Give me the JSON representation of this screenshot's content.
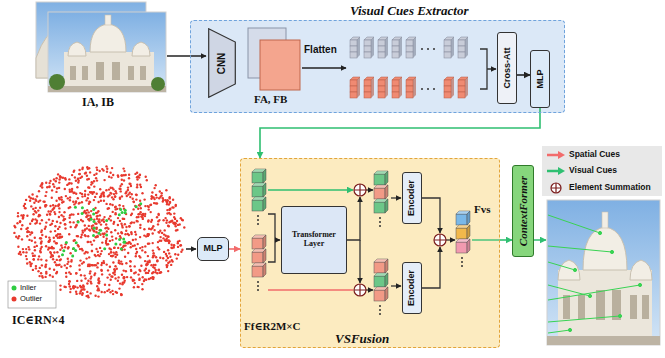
{
  "diagram": {
    "nodes": [
      {
        "text": [
          "Visual Cues Extractor"
        ]
      },
      {
        "text": [
          "CNN"
        ],
        "in": 0
      },
      {
        "text": [
          "Cross-Att"
        ],
        "in": 0
      },
      {
        "text": [
          "MLP"
        ],
        "in": 0
      },
      {
        "text": [
          "MLP"
        ]
      },
      {
        "text": [
          "VSFusion"
        ]
      },
      {
        "text": [
          "Transformer Layer"
        ],
        "in": 5
      },
      {
        "text": [
          "Encoder"
        ],
        "in": 5
      },
      {
        "text": [
          "Encoder"
        ],
        "in": 5
      },
      {
        "text": [
          "ContextFormer"
        ]
      }
    ],
    "edges": [
      {
        "from": 2,
        "to": 3,
        "arrow": "to"
      },
      {
        "from": 3,
        "to": 5,
        "arrow": "to"
      },
      {
        "from": 4,
        "to": 5,
        "arrow": "to"
      },
      {
        "from": 5,
        "to": 9,
        "arrow": "to"
      }
    ],
    "labels": [
      "IA, IB",
      "FA, FB",
      "Flatten",
      "IC∈RN×4",
      "Ff∈R2M×C",
      "Fvs"
    ],
    "legend": [
      {
        "text": "Spatial Cues",
        "color": "#f26b6b"
      },
      {
        "text": "Visual Cues",
        "color": "#2fbf71"
      },
      {
        "text": "Element Summation"
      },
      {
        "text": "Inlier",
        "color": "#2ecc40"
      },
      {
        "text": "Outlier",
        "color": "#e8392e"
      }
    ]
  }
}
